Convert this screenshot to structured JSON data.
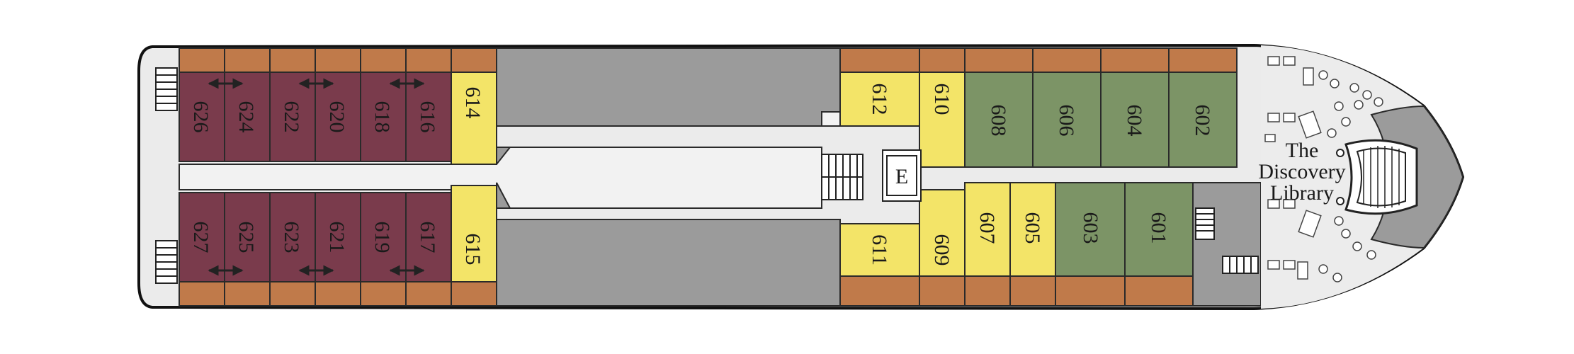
{
  "colors": {
    "background": "#ffffff",
    "hull_outline": "#111111",
    "deck_floor": "#ebebeb",
    "corridor": "#f0f0f0",
    "balcony": "#c07a4a",
    "suite": "#7a3b4c",
    "standard": "#f3e468",
    "veranda": "#7c9466",
    "service": "#9b9b9b",
    "library": "#ececec"
  },
  "deck_plan": {
    "cabins": [
      {
        "number": "626",
        "category": "suite"
      },
      {
        "number": "624",
        "category": "suite"
      },
      {
        "number": "622",
        "category": "suite"
      },
      {
        "number": "620",
        "category": "suite"
      },
      {
        "number": "618",
        "category": "suite"
      },
      {
        "number": "616",
        "category": "suite"
      },
      {
        "number": "614",
        "category": "standard"
      },
      {
        "number": "627",
        "category": "suite"
      },
      {
        "number": "625",
        "category": "suite"
      },
      {
        "number": "623",
        "category": "suite"
      },
      {
        "number": "621",
        "category": "suite"
      },
      {
        "number": "619",
        "category": "suite"
      },
      {
        "number": "617",
        "category": "suite"
      },
      {
        "number": "615",
        "category": "standard"
      },
      {
        "number": "612",
        "category": "standard"
      },
      {
        "number": "610",
        "category": "standard"
      },
      {
        "number": "608",
        "category": "veranda"
      },
      {
        "number": "606",
        "category": "veranda"
      },
      {
        "number": "604",
        "category": "veranda"
      },
      {
        "number": "602",
        "category": "veranda"
      },
      {
        "number": "611",
        "category": "standard"
      },
      {
        "number": "609",
        "category": "standard"
      },
      {
        "number": "607",
        "category": "standard"
      },
      {
        "number": "605",
        "category": "standard"
      },
      {
        "number": "603",
        "category": "veranda"
      },
      {
        "number": "601",
        "category": "veranda"
      }
    ],
    "elevator_label": "E",
    "library": {
      "line1": "The",
      "line2": "Discovery",
      "line3": "Library"
    },
    "icons": [
      "connecting-door-arrow-icon",
      "stairs-icon",
      "elevator-icon",
      "lounge-chair-icon",
      "gangway-ladder-icon",
      "bow-staircase-icon"
    ]
  }
}
